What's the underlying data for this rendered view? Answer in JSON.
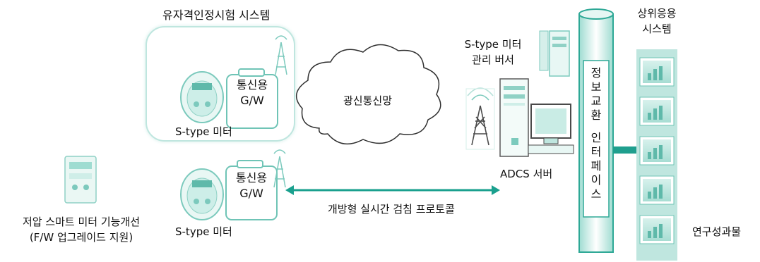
{
  "colors": {
    "teal": "#1f9f8e",
    "teal_light": "#bfe6df",
    "teal_soft": "#e6f6f3",
    "line": "#2ea896",
    "arrow": "#1aa08e"
  },
  "labels": {
    "test_system": "유자격인정시험 시스템",
    "gw_top": [
      "통신용",
      "G/W"
    ],
    "meter_top": "S-type 미터",
    "network": "광신통신망",
    "mgmt_server": [
      "S-type 미터",
      "관리 버서"
    ],
    "adcs_server": "ADCS 서버",
    "gw_bottom": [
      "통신용",
      "G/W"
    ],
    "meter_bottom": "S-type 미터",
    "protocol": "개방형 실시간 검침 프로토콜",
    "lv_meter": [
      "저압 스마트 미터 기능개선",
      "(F/W 업그레이드 지원)"
    ],
    "interface": [
      "정",
      "보",
      "교",
      "환",
      "",
      "인",
      "터",
      "페",
      "이",
      "스"
    ],
    "upper_app": [
      "상위응용",
      "시스템"
    ],
    "research": "연구성과물"
  },
  "icons": [
    "meter-icon",
    "antenna-tower-icon",
    "server-tower-icon",
    "monitor-icon",
    "cloud-icon",
    "chart-monitor-icon"
  ]
}
